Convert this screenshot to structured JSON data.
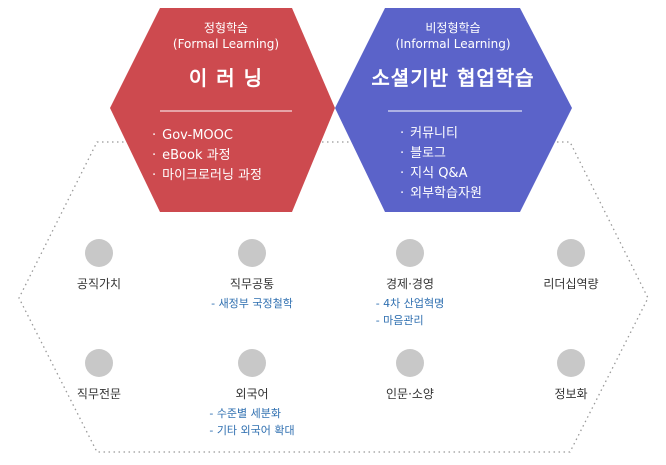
{
  "formal": {
    "kor": "정형학습",
    "eng": "(Formal Learning)",
    "title": "이 러 닝",
    "items": [
      "Gov-MOOC",
      "eBook 과정",
      "마이크로러닝 과정"
    ],
    "color": "#cd4a4f"
  },
  "informal": {
    "kor": "비정형학습",
    "eng": "(Informal Learning)",
    "title": "소셜기반 협업학습",
    "items": [
      "커뮤니티",
      "블로그",
      "지식 Q&A",
      "외부학습자원"
    ],
    "color": "#5b63c9"
  },
  "categories": [
    {
      "label": "공직가치",
      "items": []
    },
    {
      "label": "직무공통",
      "items": [
        "새정부 국정철학"
      ]
    },
    {
      "label": "경제·경영",
      "items": [
        "4차 산업혁명",
        "마음관리"
      ]
    },
    {
      "label": "리더십역량",
      "items": []
    },
    {
      "label": "직무전문",
      "items": []
    },
    {
      "label": "외국어",
      "items": [
        "수준별 세분화",
        "기타 외국어 확대"
      ]
    },
    {
      "label": "인문·소양",
      "items": []
    },
    {
      "label": "정보화",
      "items": []
    }
  ],
  "colors": {
    "dot": "#c8c8c8",
    "sub_item": "#2f6fb0",
    "outline": "#999999"
  }
}
